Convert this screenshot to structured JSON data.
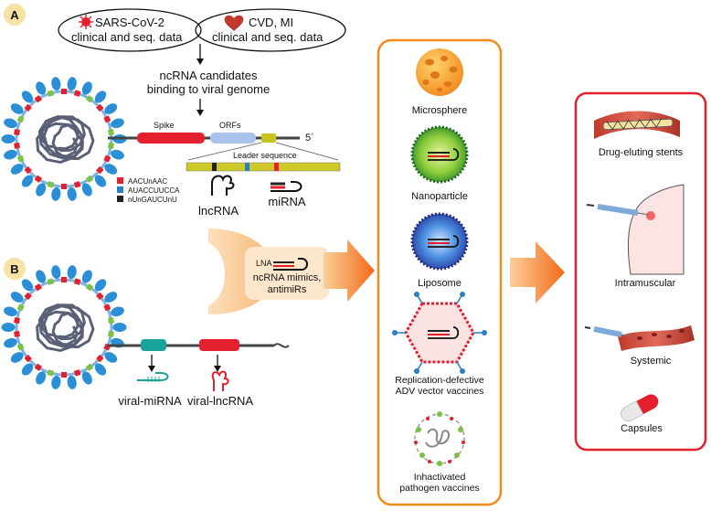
{
  "panel_a": {
    "label": "A",
    "ellipse_left": {
      "line1": "SARS-CoV-2",
      "line2": "clinical and seq. data"
    },
    "ellipse_right": {
      "line1": "CVD, MI",
      "line2": "clinical and seq. data"
    },
    "candidates": {
      "line1": "ncRNA candidates",
      "line2": "binding to viral genome"
    },
    "genome": {
      "spike": "Spike",
      "orfs": "ORFs",
      "five_prime": "5´",
      "leader": "Leader sequence"
    },
    "legend": [
      {
        "text": "AACUnAAC",
        "color": "#e5202e"
      },
      {
        "text": "AUACCUUCCA",
        "color": "#2a7ec8"
      },
      {
        "text": "nUnGAUCUnU",
        "color": "#222222"
      }
    ],
    "lncrna": "lncRNA",
    "mirna": "miRNA"
  },
  "panel_b": {
    "label": "B",
    "viral_mirna": "viral-miRNA",
    "viral_lncrna": "viral-lncRNA"
  },
  "center": {
    "lna": "LNA",
    "line1": "ncRNA mimics,",
    "line2": "antimiRs"
  },
  "delivery": {
    "items": [
      "Microsphere",
      "Nanoparticle",
      "Liposome"
    ],
    "adv": {
      "line1": "Replication-defective",
      "line2": "ADV vector vaccines"
    },
    "inactivated": {
      "line1": "Inhactivated",
      "line2": "pathogen vaccines"
    }
  },
  "routes": [
    "Drug-eluting stents",
    "Intramuscular",
    "Systemic",
    "Capsules"
  ],
  "colors": {
    "orange": "#f28a1d",
    "red_border": "#e5202e",
    "dark": "#2e3a7a"
  }
}
